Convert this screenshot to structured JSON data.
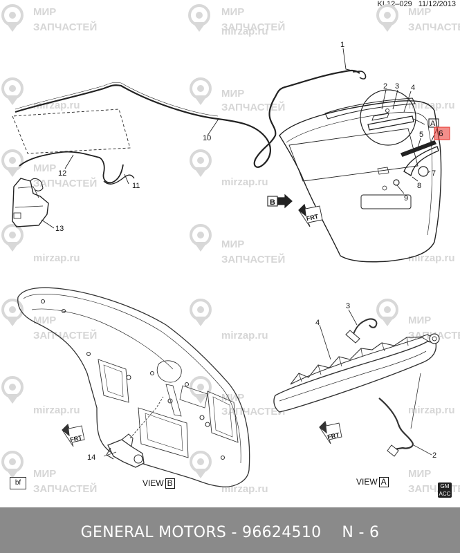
{
  "header": {
    "code": "KL12–029",
    "date": "11/12/2013"
  },
  "callouts": [
    "1",
    "2",
    "3",
    "4",
    "5",
    "6",
    "7",
    "8",
    "9",
    "10",
    "11",
    "12",
    "13",
    "14",
    "3",
    "4",
    "2"
  ],
  "view_labels": {
    "view_b_text": "VIEW",
    "view_b_letter": "B",
    "view_a_text": "VIEW",
    "view_a_letter": "A"
  },
  "box_labels": {
    "a": "A",
    "b": "B"
  },
  "frt": "FRT",
  "bf_label": "bf",
  "gm_logo": {
    "line1": "GM",
    "line2": "ACC"
  },
  "watermark": {
    "line1": "МИР",
    "line2": "ЗАПЧАСТЕЙ",
    "site": "mirzap.ru"
  },
  "highlight_color": "#e8322a",
  "footer": {
    "brand": "GENERAL MOTORS",
    "dash": "-",
    "part_number": "96624510",
    "page": "N - 6"
  }
}
